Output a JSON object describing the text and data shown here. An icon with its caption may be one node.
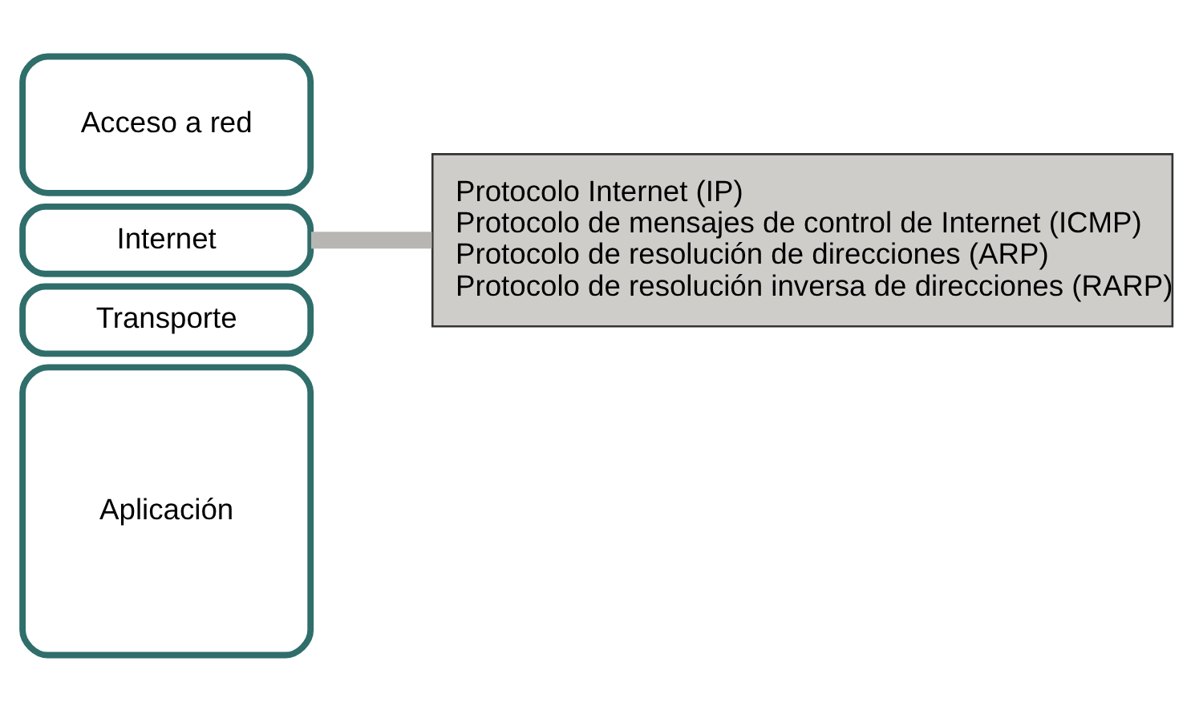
{
  "diagram": {
    "nodes": [
      {
        "text": [
          "Aplicación"
        ]
      },
      {
        "text": [
          "Transporte"
        ]
      },
      {
        "text": [
          "Internet"
        ]
      },
      {
        "text": [
          "Acceso a red"
        ]
      },
      {
        "text": [
          "Protocolo Internet (IP)",
          "Protocolo de mensajes de control de Internet (ICMP)",
          "Protocolo de resolución de direcciones (ARP)",
          "Protocolo de resolución inversa de direcciones (RARP)"
        ]
      }
    ],
    "edges": [
      {
        "from": 2,
        "to": 4,
        "arrow": "none"
      }
    ]
  }
}
